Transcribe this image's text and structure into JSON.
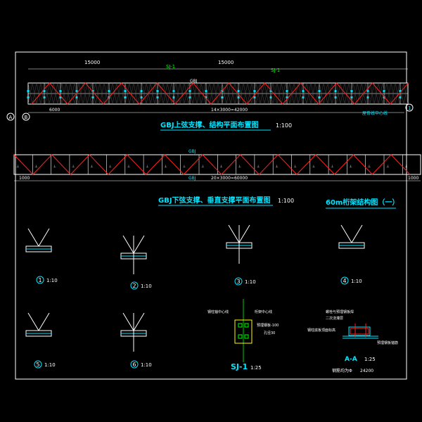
{
  "colors": {
    "background": "#000000",
    "frame": "#ffffff",
    "bracing": "#ff2020",
    "title": "#00e5ff",
    "member": "#00e5ff",
    "detail_box": "#ffff00",
    "bolt": "#00ff00"
  },
  "top_plan": {
    "title": "GBJ上弦支撑、结构平面布置图",
    "scale": "1:100",
    "dim_total": "14×3000=42000",
    "dim_left": "15000",
    "dim_mid": "15000",
    "dim_a": "6000",
    "label_gbj": "GBJ",
    "tag_sj1_left": "SJ-1",
    "tag_sj1_right": "SJ-1",
    "axis_note": "屋脊线中心线",
    "axis_a": "A",
    "axis_b": "B",
    "axis_1": "1"
  },
  "bottom_plan": {
    "title": "GBJ下弦支撑、垂直支撑平面布置图",
    "scale": "1:100",
    "label_top": "GBJ",
    "label_bottom": "GBJ",
    "dim_total": "20×3000=60000",
    "dim_left": "1000",
    "dim_right": "1000"
  },
  "drawing_title": "60m桁架结构图（一）",
  "details": [
    {
      "num": "1",
      "scale": "1:10"
    },
    {
      "num": "2",
      "scale": "1:10"
    },
    {
      "num": "3",
      "scale": "1:10"
    },
    {
      "num": "4",
      "scale": "1:10"
    },
    {
      "num": "5",
      "scale": "1:10"
    },
    {
      "num": "6",
      "scale": "1:10"
    }
  ],
  "sj1": {
    "title": "SJ-1",
    "scale": "1:25",
    "note_left": "钢柱轴中心线",
    "note_right": "桁架中心线",
    "note_plate": "预埋钢板-100",
    "note_hole": "孔径30"
  },
  "section_aa": {
    "title": "A-A",
    "scale": "1:25",
    "note1": "螺栓与预埋钢板焊",
    "note2": "二次浇灌层",
    "note3": "钢柱底板顶面标高",
    "note4": "预埋钢板锚筋",
    "note_rebar": "钢筋均为Φ",
    "rebar_value": "24200"
  }
}
